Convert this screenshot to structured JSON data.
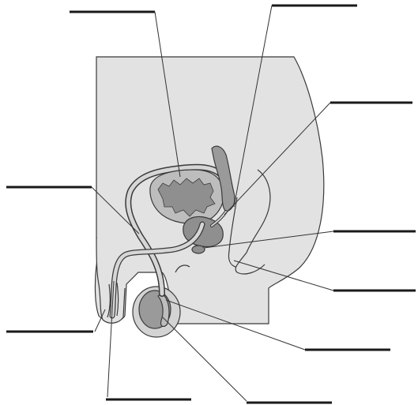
{
  "diagram": {
    "type": "anatomy-label-worksheet",
    "label_slots": [
      {
        "id": "bladder",
        "text": ""
      },
      {
        "id": "seminal-vesicle",
        "text": ""
      },
      {
        "id": "ejaculatory-duct",
        "text": ""
      },
      {
        "id": "vas-deferens",
        "text": ""
      },
      {
        "id": "bulbourethral-gland",
        "text": ""
      },
      {
        "id": "anus",
        "text": ""
      },
      {
        "id": "penis",
        "text": ""
      },
      {
        "id": "epididymis",
        "text": ""
      },
      {
        "id": "urethra",
        "text": ""
      },
      {
        "id": "testis",
        "text": ""
      }
    ],
    "colors": {
      "body_fill": "#e2e2e2",
      "organ_dark": "#8f8f8f",
      "organ_light": "#bdbdbd",
      "duct": "#d6d6d6",
      "line": "#3a3a3a",
      "blank_line": "#1a1a1a"
    }
  }
}
